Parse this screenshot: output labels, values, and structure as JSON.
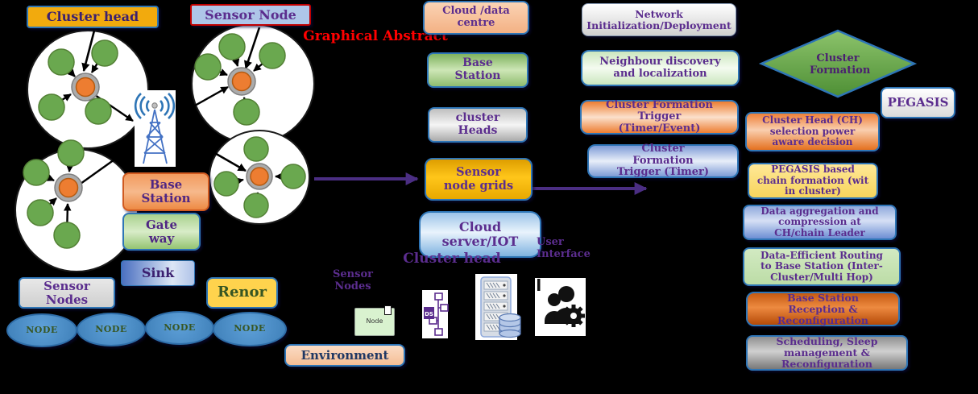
{
  "title": "Graphical Abstract",
  "legend": {
    "cluster_head": "Cluster head",
    "sensor_node": "Sensor Node"
  },
  "left": {
    "base_station": "Base Station",
    "gateway": "Gate way",
    "sink": "Sink",
    "sensor_nodes": "Sensor Nodes",
    "renor": "Renor",
    "nodes": [
      "NODE",
      "NODE",
      "NODE",
      "NODE"
    ],
    "environment": "Environment"
  },
  "middle": {
    "stack": [
      {
        "label": "Cloud /data centre"
      },
      {
        "label": "Base Station"
      },
      {
        "label": "cluster Heads"
      },
      {
        "label": "Sensor node grids"
      },
      {
        "label": "Cloud server/IOT"
      }
    ],
    "cluster_head_label": "Cluster head",
    "user_interface_label": "User Interface",
    "sensor_nodes_label": "Sensor Nodes",
    "node_icon_label": "Node",
    "ds_icon_label": "DS"
  },
  "flow": {
    "steps": [
      "Network Initialization/Deployment",
      "Neighbour discovery and localization",
      "Cluster Formation Trigger (Timer/Event)",
      "Cluster Formation Trigger (Timer)"
    ],
    "decision": "Cluster Formation",
    "pegasis": "PEGASIS",
    "stages": [
      "Cluster Head (CH) selection power aware decision",
      "PEGASIS based chain formation (wit in cluster)",
      "Data aggregation and compression at CH/chain Leader",
      "Data-Efficient Routing to Base Station (Inter-Cluster/Multi Hop)",
      "Base Station Reception & Reconfiguration",
      "Scheduling, Sleep management & Reconfiguration"
    ]
  },
  "colors": {
    "background": "#000000",
    "text_purple": "#4F2683",
    "arrow_purple": "#4B2E83",
    "node_green": "#6AA84F",
    "cluster_center_orange": "#ED7D31",
    "title_red": "#FF0000"
  }
}
